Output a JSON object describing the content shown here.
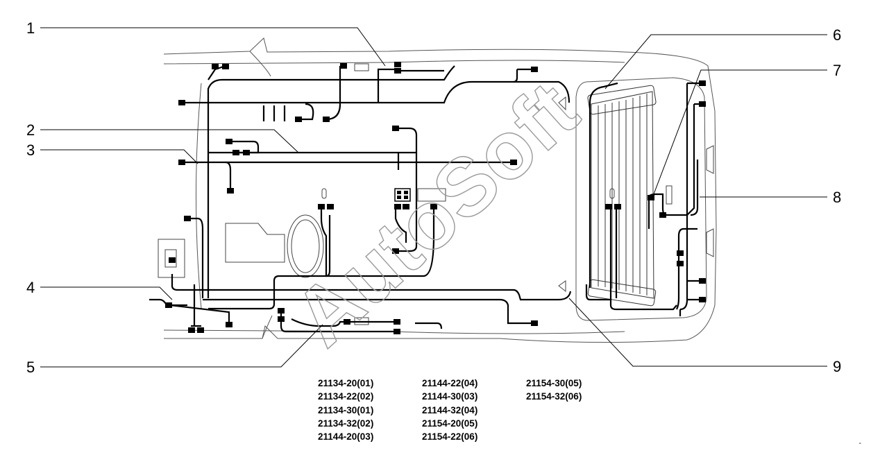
{
  "callouts": {
    "c1": "1",
    "c2": "2",
    "c3": "3",
    "c4": "4",
    "c5": "5",
    "c6": "6",
    "c7": "7",
    "c8": "8",
    "c9": "9"
  },
  "watermark": "AutoSoft",
  "codes": {
    "col1": [
      "21134-20(01)",
      "21134-22(02)",
      "21134-30(01)",
      "21134-32(02)",
      "21144-20(03)"
    ],
    "col2": [
      "21144-22(04)",
      "21144-30(03)",
      "21144-32(04)",
      "21154-20(05)",
      "21154-22(06)"
    ],
    "col3": [
      "21154-30(05)",
      "21154-32(06)"
    ]
  },
  "corner_mark": "-",
  "colors": {
    "ink": "#000000",
    "body_outline": "#555555",
    "watermark": "#9a9a9a"
  }
}
